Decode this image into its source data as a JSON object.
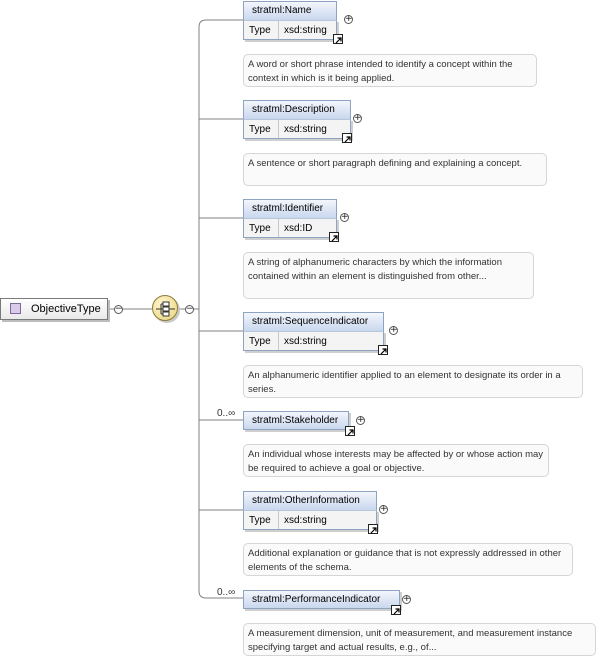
{
  "root": {
    "label": "ObjectiveType"
  },
  "elements": [
    {
      "name": "stratml:Name",
      "type_key": "Type",
      "type_value": "xsd:string",
      "doc": "A word or short phrase intended to identify a concept within the context in which is it being applied."
    },
    {
      "name": "stratml:Description",
      "type_key": "Type",
      "type_value": "xsd:string",
      "doc": "A sentence or short paragraph defining and explaining a concept."
    },
    {
      "name": "stratml:Identifier",
      "type_key": "Type",
      "type_value": "xsd:ID",
      "doc": "A string of alphanumeric characters by which the information contained within an element is distinguished from other..."
    },
    {
      "name": "stratml:SequenceIndicator",
      "type_key": "Type",
      "type_value": "xsd:string",
      "doc": "An alphanumeric identifier applied to an element to designate its order in a series."
    },
    {
      "name": "stratml:Stakeholder",
      "cardinality": "0..∞",
      "doc": "An individual whose interests may be affected by or whose action may be required to achieve a goal or objective."
    },
    {
      "name": "stratml:OtherInformation",
      "type_key": "Type",
      "type_value": "xsd:string",
      "doc": "Additional explanation or guidance that is not expressly addressed in other elements of the schema."
    },
    {
      "name": "stratml:PerformanceIndicator",
      "cardinality": "0..∞",
      "doc": "A measurement dimension, unit of measurement, and measurement instance specifying target and actual results, e.g., of..."
    }
  ],
  "icons": {
    "expand": "plus-circle-icon",
    "collapse": "minus-circle-icon",
    "reference": "reference-arrow-icon",
    "compositor": "sequence-compositor-icon"
  },
  "colors": {
    "element_header": "#c9d7ee",
    "element_border": "#8ea2c2",
    "compositor": "#e9d27a",
    "root_square": "#d9cce8"
  }
}
